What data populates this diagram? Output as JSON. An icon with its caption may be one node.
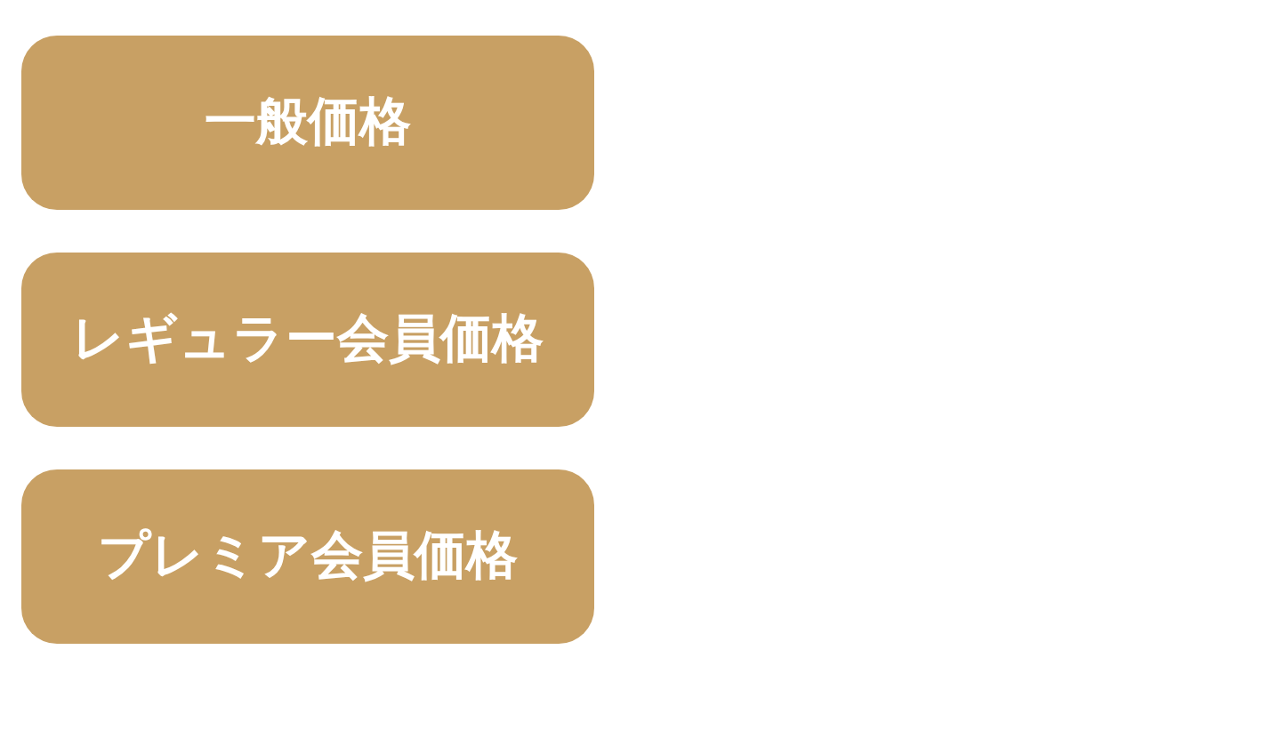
{
  "diagram": {
    "nodes": [
      {
        "text": [
          "一般価格"
        ]
      },
      {
        "text": [
          "レギュラー会員価格"
        ]
      },
      {
        "text": [
          "プレミア会員価格"
        ]
      }
    ]
  }
}
